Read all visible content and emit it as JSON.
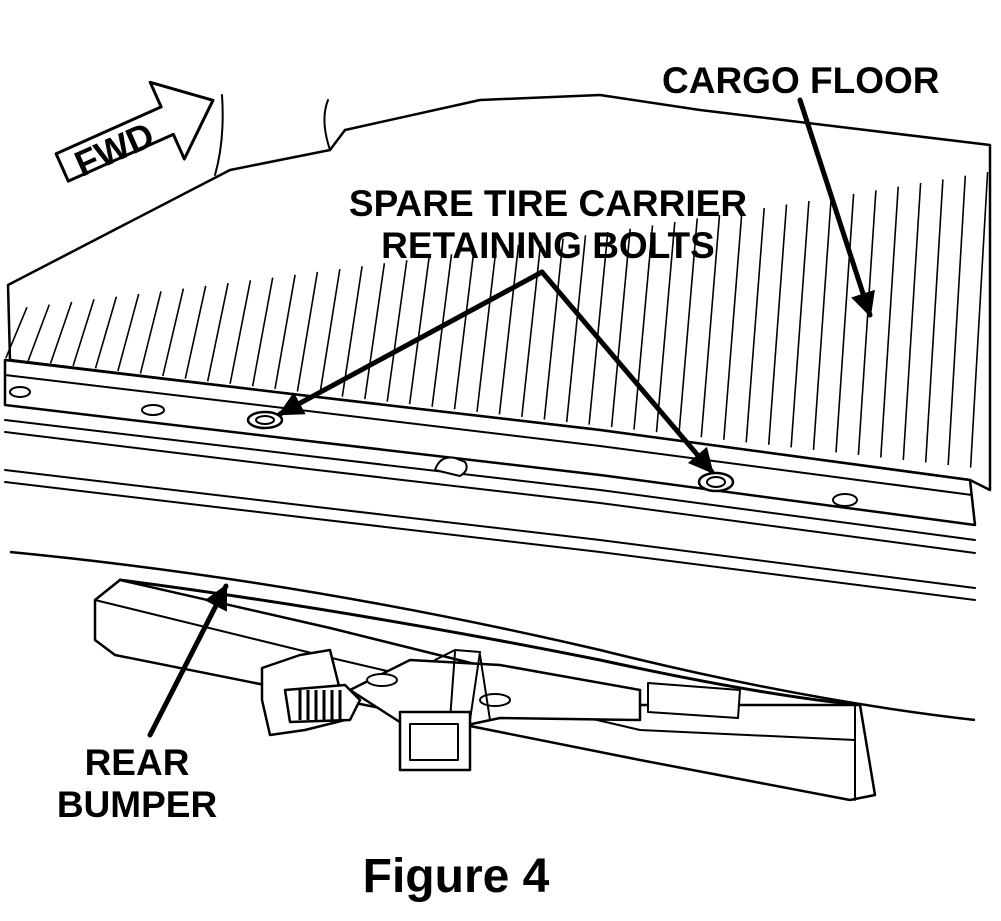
{
  "figure": {
    "caption": "Figure 4",
    "forward_indicator": "FWD",
    "labels": {
      "cargo_floor": "CARGO FLOOR",
      "bolts_line1": "SPARE TIRE CARRIER",
      "bolts_line2": "RETAINING BOLTS",
      "bumper_line1": "REAR",
      "bumper_line2": "BUMPER"
    }
  },
  "colors": {
    "ink": "#000000",
    "paper": "#ffffff"
  }
}
